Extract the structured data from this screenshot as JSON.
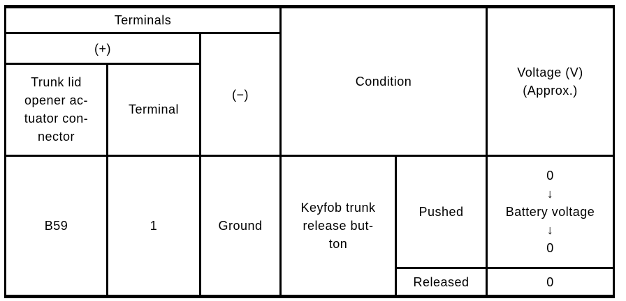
{
  "page": {
    "background": "#ffffff",
    "line_color": "#000000"
  },
  "table": {
    "header": {
      "terminals": "Terminals",
      "plus": "(+)",
      "minus": "(−)",
      "plus_connector": "Trunk lid\nopener ac-\ntuator con-\nnector",
      "plus_terminal": "Terminal",
      "condition": "Condition",
      "voltage": "Voltage (V)\n(Approx.)"
    },
    "row": {
      "connector": "B59",
      "terminal": "1",
      "minus": "Ground",
      "condition": "Keyfob trunk\nrelease but-\nton",
      "states": [
        {
          "label": "Pushed",
          "voltage": "0\n↓\nBattery voltage\n↓\n0"
        },
        {
          "label": "Released",
          "voltage": "0"
        }
      ]
    }
  }
}
